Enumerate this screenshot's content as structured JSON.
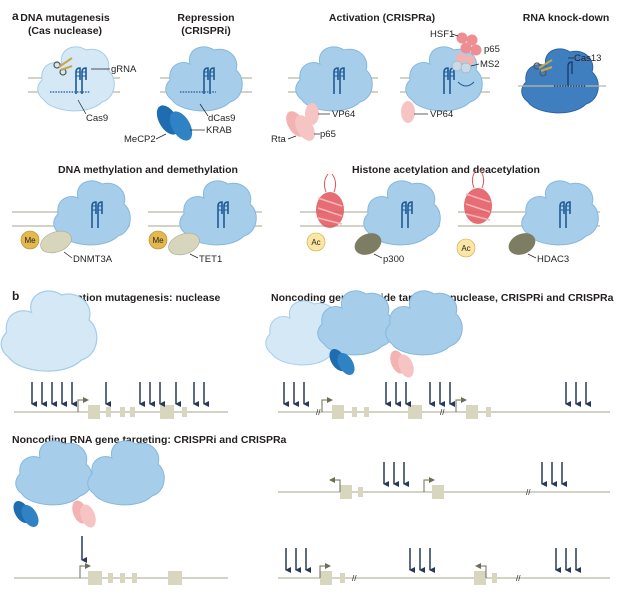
{
  "panels": {
    "a": "a",
    "b": "b"
  },
  "titles": {
    "mutagenesis": [
      "DNA mutagenesis",
      "(Cas nuclease)"
    ],
    "repression": [
      "Repression",
      "(CRISPRi)"
    ],
    "activation": "Activation (CRISPRa)",
    "knockdown": "RNA knock-down",
    "methylation": "DNA methylation and demethylation",
    "acetylation": "Histone acetylation and deacetylation",
    "saturation": "Saturation mutagenesis: nuclease",
    "noncoding_genome": "Noncoding genome-wide targeting: nuclease, CRISPRi and CRISPRa",
    "noncoding_rna": "Noncoding RNA gene targeting: CRISPRi and CRISPRa"
  },
  "labels": {
    "grna": "gRNA",
    "cas9": "Cas9",
    "dcas9": "dCas9",
    "mecp2": "MeCP2",
    "krab": "KRAB",
    "vp64": "VP64",
    "p65": "p65",
    "rta": "Rta",
    "hsf1": "HSF1",
    "ms2": "MS2",
    "cas13": "Cas13",
    "me": "Me",
    "dnmt3a": "DNMT3A",
    "tet1": "TET1",
    "ac": "Ac",
    "p300": "p300",
    "hdac3": "HDAC3"
  },
  "colors": {
    "cas": "#a6cdea",
    "cas_light": "#d4e8f6",
    "cas13": "#3f7fc0",
    "krab": "#1f6cb0",
    "effector_pink": "#f4b3b3",
    "ms2_pink": "#ee8d92",
    "methyl": "#e3b94d",
    "dnmt": "#d8d5bd",
    "p300": "#7d7d63",
    "acetyl": "#fbe7a3",
    "histone": "#e2545c",
    "dna": "#b9b9a2",
    "exon": "#d8d6be",
    "arrow": "#273a59",
    "text": "#231f20"
  }
}
